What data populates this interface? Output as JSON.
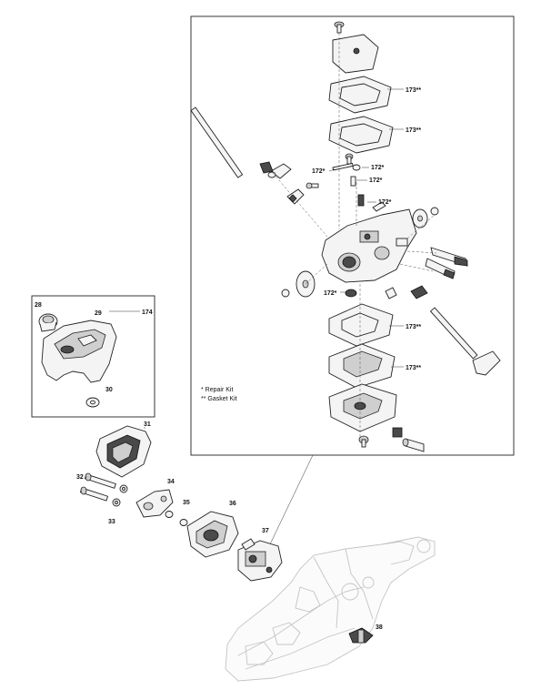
{
  "labels": {
    "p28": "28",
    "p29": "29",
    "p174": "174",
    "p30": "30",
    "p31": "31",
    "p32": "32",
    "p33": "33",
    "p34": "34",
    "p35": "35",
    "p36": "36",
    "p37": "37",
    "p38": "38",
    "k1": "173**",
    "k2": "173**",
    "k3": "172*",
    "k4": "172*",
    "k5": "172*",
    "k6": "172*",
    "k7": "172*",
    "k8": "173**",
    "k9": "173**"
  },
  "legend": {
    "repair_kit": "* Repair Kit",
    "gasket_kit": "** Gasket Kit"
  }
}
